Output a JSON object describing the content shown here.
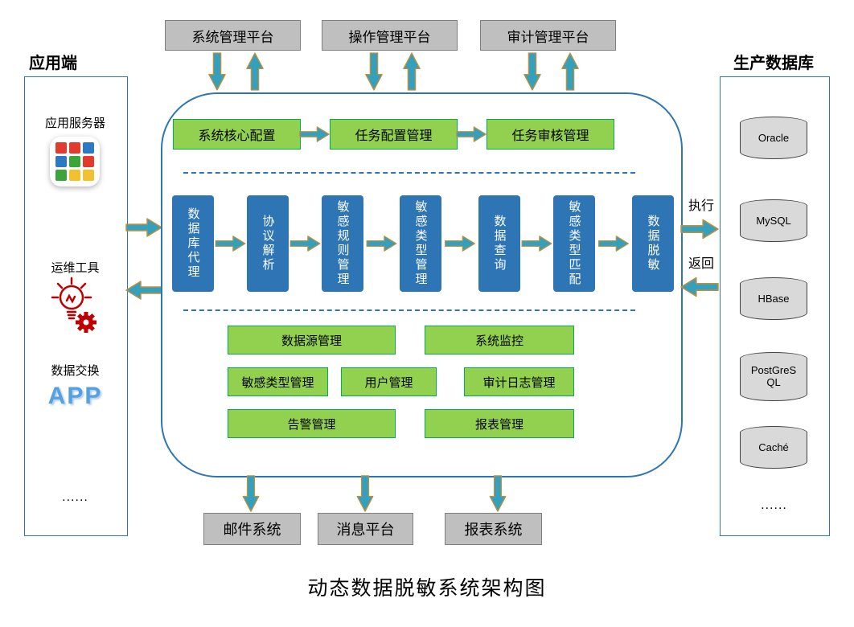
{
  "title": "动态数据脱敏系统架构图",
  "top_platforms": [
    "系统管理平台",
    "操作管理平台",
    "审计管理平台"
  ],
  "left_panel": {
    "header": "应用端",
    "app_server_label": "应用服务器",
    "ops_tools_label": "运维工具",
    "data_exchange_label": "数据交换",
    "app_text": "APP",
    "ellipsis": "......"
  },
  "right_panel": {
    "header": "生产数据库",
    "databases": [
      "Oracle",
      "MySQL",
      "HBase",
      "PostGreSQL",
      "Caché"
    ],
    "ellipsis": "......"
  },
  "core": {
    "config_flow": [
      "系统核心配置",
      "任务配置管理",
      "任务审核管理"
    ],
    "pipeline": [
      "数据库代理",
      "协议解析",
      "敏感规则管理",
      "敏感类型管理",
      "数据查询",
      "敏感类型匹配",
      "数据脱敏"
    ],
    "management_row1": [
      "数据源管理",
      "系统监控"
    ],
    "management_row2": [
      "敏感类型管理",
      "用户管理",
      "审计日志管理"
    ],
    "management_row3": [
      "告警管理",
      "报表管理"
    ]
  },
  "flow_labels": {
    "execute": "执行",
    "return": "返回"
  },
  "bottom_systems": [
    "邮件系统",
    "消息平台",
    "报表系统"
  ],
  "colors": {
    "green_box": "#92D050",
    "green_border": "#00B050",
    "blue_box": "#2E75B6",
    "gray_box": "#BFBFBF",
    "arrow_fill": "#35A0BC",
    "arrow_stroke": "#BE8F3C",
    "outline_blue": "#2E75B6"
  }
}
